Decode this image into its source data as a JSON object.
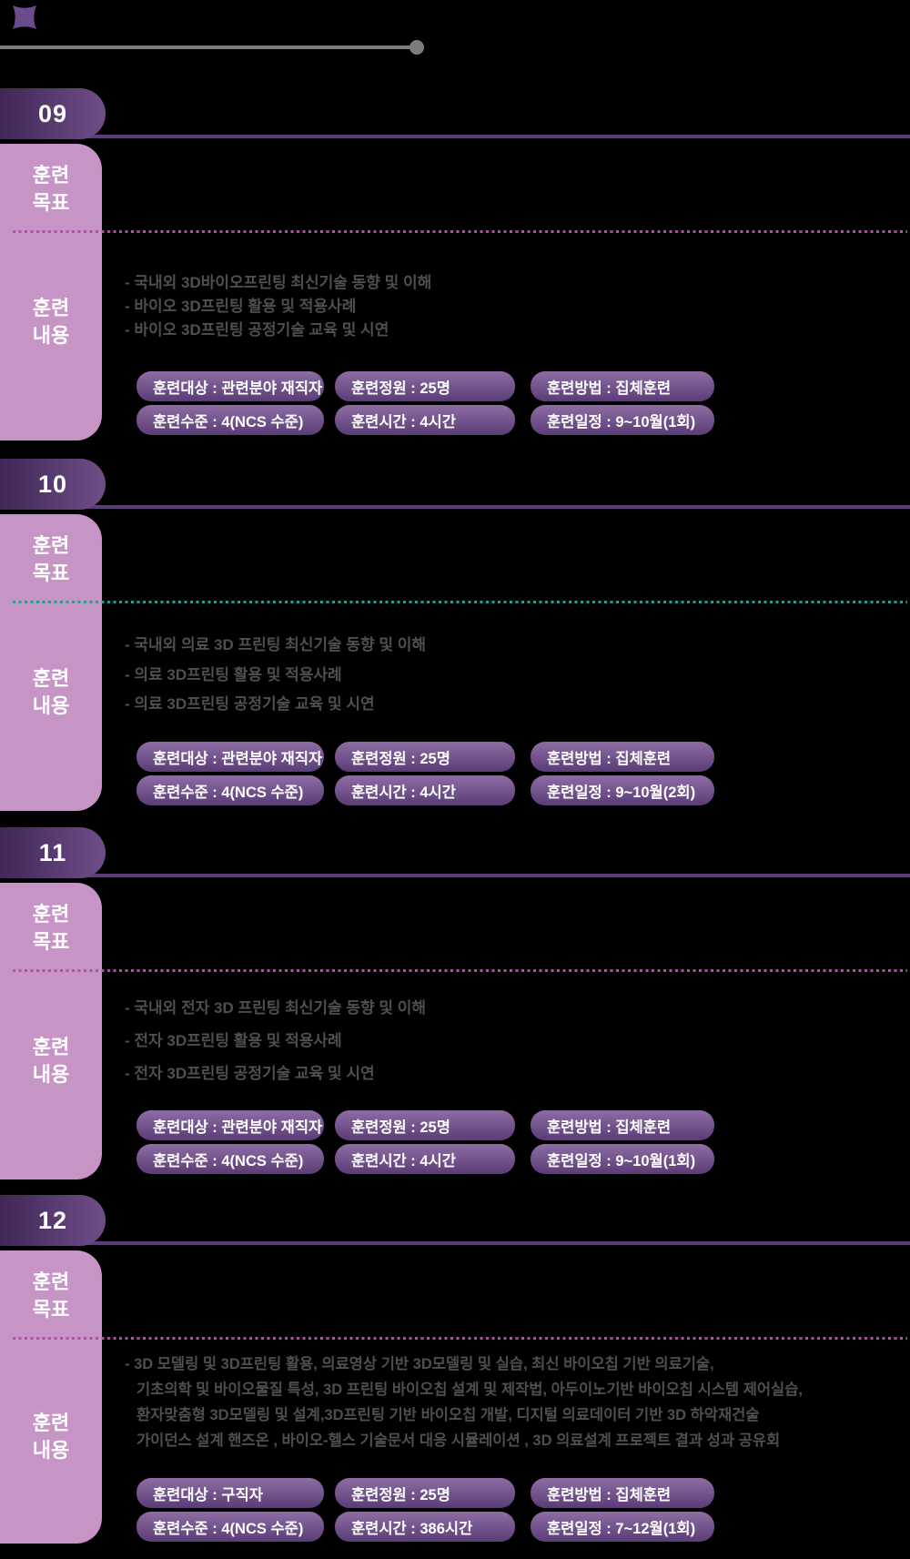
{
  "colors": {
    "background": "#000000",
    "tab_gradient_left": "#3f2756",
    "tab_gradient_right": "#6f4e88",
    "section_rule": "#5d3c7a",
    "label_column": "#c695c6",
    "pill_gradient_top": "#8e6da4",
    "pill_gradient_bottom": "#5a3c76",
    "divider_magenta": "#b94bb0",
    "divider_teal": "#2e9b93",
    "bullet_text": "#514d51",
    "top_rule_gray": "#7c7c7c",
    "icon_purple": "#6b4a8e"
  },
  "sections": [
    {
      "number": "09",
      "goal_label": [
        "훈련",
        "목표"
      ],
      "content_label": [
        "훈련",
        "내용"
      ],
      "divider_color": "#b94bb0",
      "bullets": [
        "- 국내외 3D바이오프린팅 최신기술 동향 및 이해",
        "- 바이오 3D프린팅 활용 및 적용사례",
        "- 바이오 3D프린팅 공정기술 교육 및 시연"
      ],
      "pills": [
        "훈련대상 : 관련분야 재직자",
        "훈련정원 : 25명",
        "훈련방법 : 집체훈련",
        "훈련수준 : 4(NCS 수준)",
        "훈련시간 : 4시간",
        "훈련일정 : 9~10월(1회)"
      ]
    },
    {
      "number": "10",
      "goal_label": [
        "훈련",
        "목표"
      ],
      "content_label": [
        "훈련",
        "내용"
      ],
      "divider_color": "#2e9b93",
      "bullets": [
        "- 국내외 의료 3D 프린팅 최신기술 동향 및 이해",
        "- 의료 3D프린팅 활용 및 적용사례",
        "- 의료 3D프린팅 공정기술 교육 및 시연"
      ],
      "pills": [
        "훈련대상 : 관련분야 재직자",
        "훈련정원 : 25명",
        "훈련방법 : 집체훈련",
        "훈련수준 : 4(NCS 수준)",
        "훈련시간 : 4시간",
        "훈련일정 : 9~10월(2회)"
      ]
    },
    {
      "number": "11",
      "goal_label": [
        "훈련",
        "목표"
      ],
      "content_label": [
        "훈련",
        "내용"
      ],
      "divider_color": "#b94bb0",
      "bullets": [
        "- 국내외 전자 3D 프린팅 최신기술 동향 및 이해",
        "- 전자 3D프린팅 활용 및 적용사례",
        "- 전자 3D프린팅 공정기술 교육 및 시연"
      ],
      "pills": [
        "훈련대상 : 관련분야 재직자",
        "훈련정원 : 25명",
        "훈련방법 : 집체훈련",
        "훈련수준 : 4(NCS 수준)",
        "훈련시간 : 4시간",
        "훈련일정 : 9~10월(1회)"
      ]
    },
    {
      "number": "12",
      "goal_label": [
        "훈련",
        "목표"
      ],
      "content_label": [
        "훈련",
        "내용"
      ],
      "divider_color": "#b94bb0",
      "bullets": [
        "- 3D 모델링 및 3D프린팅 활용, 의료영상 기반 3D모델링 및 실습, 최신 바이오칩 기반 의료기술,",
        "기초의학 및 바이오물질 특성, 3D 프린팅 바이오칩 설계 및 제작법, 아두이노기반 바이오칩 시스템 제어실습,",
        "환자맞춤형 3D모델링 및 설계,3D프린팅 기반 바이오칩 개발, 디지털 의료데이터 기반 3D 하악재건술",
        "가이던스 설계 핸즈온 , 바이오-헬스 기술문서 대응 시뮬레이션 , 3D 의료설계 프로젝트 결과 성과 공유회"
      ],
      "pills": [
        "훈련대상 : 구직자",
        "훈련정원 : 25명",
        "훈련방법 : 집체훈련",
        "훈련수준 : 4(NCS 수준)",
        "훈련시간 : 386시간",
        "훈련일정 : 7~12월(1회)"
      ]
    }
  ]
}
